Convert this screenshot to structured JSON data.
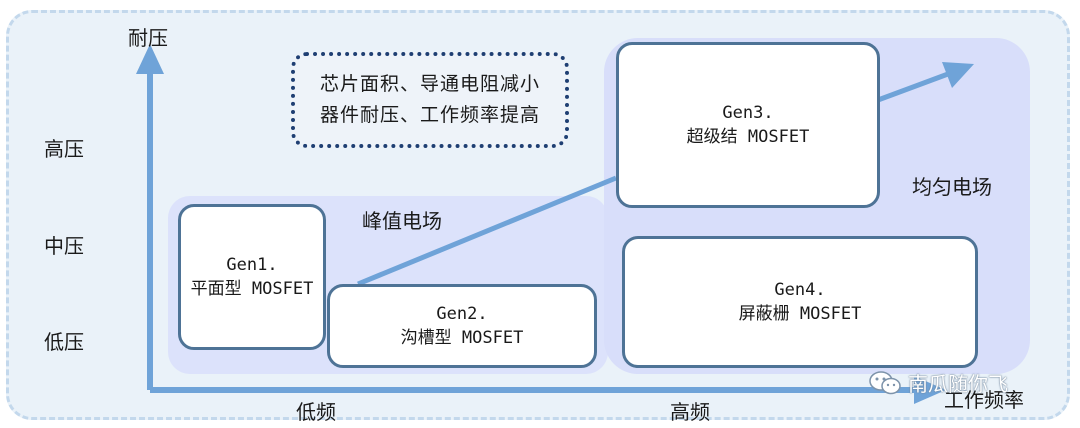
{
  "axes": {
    "y_title": "耐压",
    "x_title": "工作频率",
    "y_levels": [
      "高压",
      "中压",
      "低压"
    ],
    "x_levels": [
      "低频",
      "高频"
    ]
  },
  "regions": {
    "peak_label": "峰值电场",
    "uniform_label": "均匀电场"
  },
  "note": {
    "line1": "芯片面积、导通电阻减小",
    "line2": "器件耐压、工作频率提高"
  },
  "generations": [
    {
      "gen": "Gen1.",
      "name": "平面型 MOSFET"
    },
    {
      "gen": "Gen2.",
      "name": "沟槽型 MOSFET"
    },
    {
      "gen": "Gen3.",
      "name": "超级结 MOSFET"
    },
    {
      "gen": "Gen4.",
      "name": "屏蔽栅 MOSFET"
    }
  ],
  "watermark": {
    "text": "南瓜随你飞",
    "icon": "wechat-icon"
  },
  "colors": {
    "axis": "#6fa3d8",
    "box_border": "#4e7396",
    "region": "#d8defa",
    "note_border": "#1f3f73"
  }
}
